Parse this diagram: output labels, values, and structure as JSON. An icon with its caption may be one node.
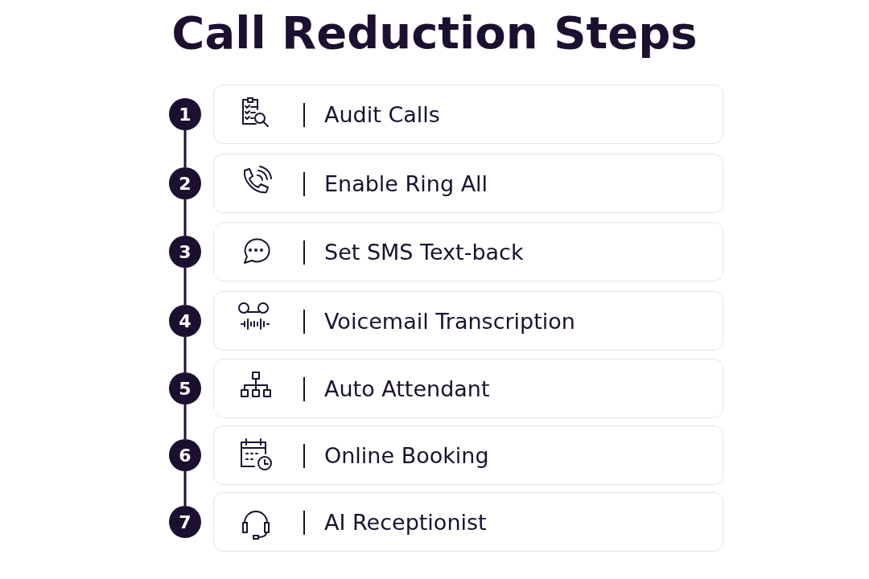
{
  "diagram": {
    "title": "Call Reduction Steps",
    "nodes": [
      {
        "text": [
          "1"
        ]
      },
      {
        "text": [
          "Audit Calls"
        ]
      },
      {
        "text": [
          "2"
        ]
      },
      {
        "text": [
          "Enable Ring All"
        ]
      },
      {
        "text": [
          "3"
        ]
      },
      {
        "text": [
          "Set SMS Text-back"
        ]
      },
      {
        "text": [
          "4"
        ]
      },
      {
        "text": [
          "Voicemail Transcription"
        ]
      },
      {
        "text": [
          "5"
        ]
      },
      {
        "text": [
          "Auto Attendant"
        ]
      },
      {
        "text": [
          "6"
        ]
      },
      {
        "text": [
          "Online Booking"
        ]
      },
      {
        "text": [
          "7"
        ]
      },
      {
        "text": [
          "AI Receptionist"
        ]
      }
    ],
    "edges": [
      {
        "from": 0,
        "to": 2,
        "arrow": "none"
      },
      {
        "from": 2,
        "to": 4,
        "arrow": "none"
      },
      {
        "from": 4,
        "to": 6,
        "arrow": "none"
      },
      {
        "from": 6,
        "to": 8,
        "arrow": "none"
      },
      {
        "from": 8,
        "to": 10,
        "arrow": "none"
      },
      {
        "from": 10,
        "to": 12,
        "arrow": "none"
      }
    ]
  }
}
